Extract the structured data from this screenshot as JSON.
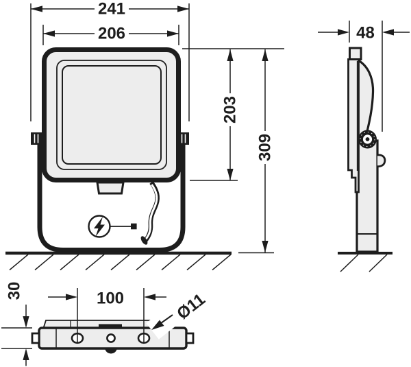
{
  "drawing": {
    "colors": {
      "line": "#1d1d1d",
      "body_fill": "#ededed",
      "background": "#ffffff"
    }
  },
  "dimensions": {
    "overall_width": "241",
    "body_width": "206",
    "body_height": "203",
    "overall_height": "309",
    "depth": "48",
    "base_height": "30",
    "hole_spacing": "100",
    "hole_diameter": "Ø11"
  },
  "icons": {
    "power_symbol": "lightning-bolt"
  }
}
